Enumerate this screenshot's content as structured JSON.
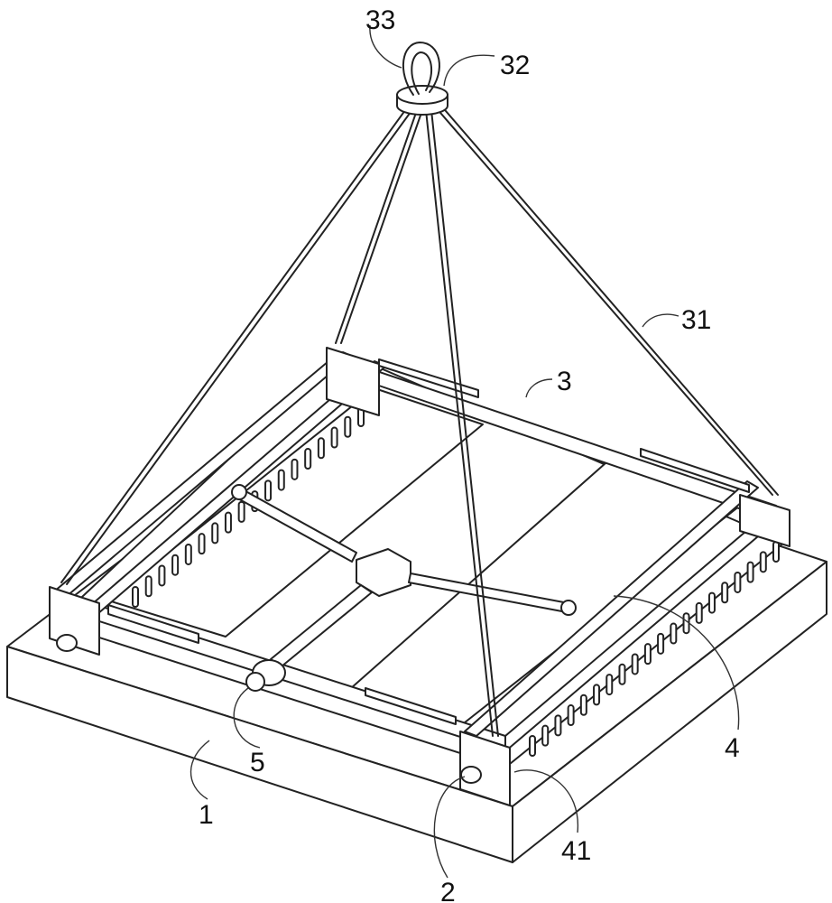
{
  "figure": {
    "labels": {
      "ring": "33",
      "hub": "32",
      "cable": "31",
      "plate": "3",
      "rail": "4",
      "knob": "5",
      "base": "1",
      "post": "2",
      "clamp": "41"
    }
  }
}
